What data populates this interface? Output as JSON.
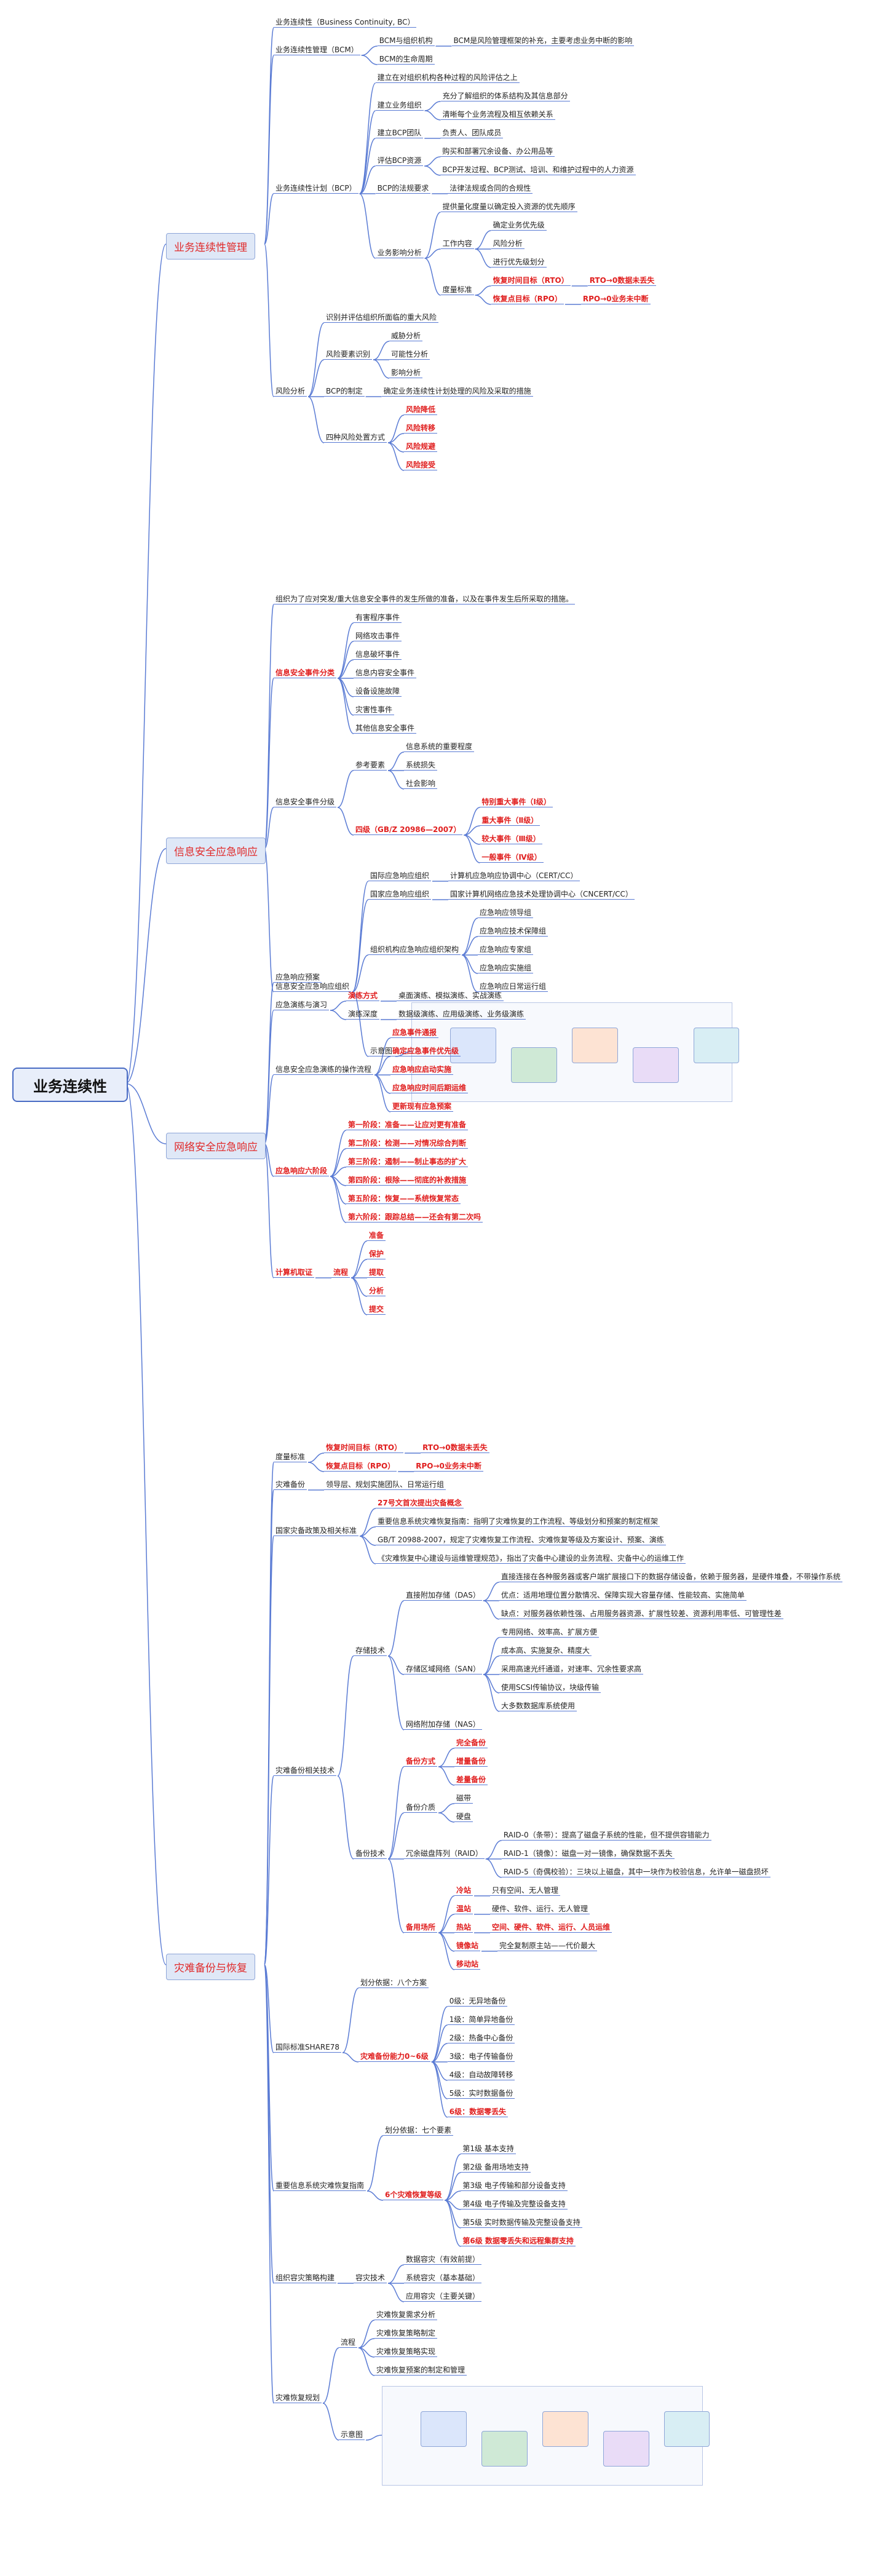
{
  "root": "业务连续性",
  "branches": [
    {
      "label": "业务连续性管理",
      "children": [
        {
          "text": "业务连续性（Business Continuity, BC）"
        },
        {
          "text": "业务连续性管理（BCM）",
          "children": [
            {
              "text": "BCM与组织机构",
              "children": [
                {
                  "text": "BCM是风险管理框架的补充，主要考虑业务中断的影响"
                }
              ]
            },
            {
              "text": "BCM的生命周期"
            }
          ]
        },
        {
          "text": "业务连续性计划（BCP）",
          "children": [
            {
              "text": "建立在对组织机构各种过程的风险评估之上"
            },
            {
              "text": "建立业务组织",
              "children": [
                {
                  "text": "充分了解组织的体系结构及其信息部分"
                },
                {
                  "text": "清晰每个业务流程及相互依赖关系"
                }
              ]
            },
            {
              "text": "建立BCP团队",
              "children": [
                {
                  "text": "负责人、团队成员"
                }
              ]
            },
            {
              "text": "评估BCP资源",
              "children": [
                {
                  "text": "购买和部署冗余设备、办公用品等"
                },
                {
                  "text": "BCP开发过程、BCP测试、培训、和维护过程中的人力资源"
                }
              ]
            },
            {
              "text": "BCP的法规要求",
              "children": [
                {
                  "text": "法律法规或合同的合规性"
                }
              ]
            },
            {
              "text": "业务影响分析",
              "children": [
                {
                  "text": "提供量化度量以确定投入资源的优先顺序"
                },
                {
                  "text": "工作内容",
                  "children": [
                    {
                      "text": "确定业务优先级"
                    },
                    {
                      "text": "风险分析"
                    },
                    {
                      "text": "进行优先级划分"
                    }
                  ]
                },
                {
                  "text": "度量标准",
                  "children": [
                    {
                      "text": "恢复时间目标（RTO）",
                      "red": true,
                      "children": [
                        {
                          "text": "RTO→0数据未丢失",
                          "red": true
                        }
                      ]
                    },
                    {
                      "text": "恢复点目标（RPO）",
                      "red": true,
                      "children": [
                        {
                          "text": "RPO→0业务未中断",
                          "red": true
                        }
                      ]
                    }
                  ]
                }
              ]
            }
          ]
        },
        {
          "text": "风险分析",
          "children": [
            {
              "text": "识别并评估组织所面临的重大风险"
            },
            {
              "text": "风险要素识别",
              "children": [
                {
                  "text": "威胁分析"
                },
                {
                  "text": "可能性分析"
                },
                {
                  "text": "影响分析"
                }
              ]
            },
            {
              "text": "BCP的制定",
              "children": [
                {
                  "text": "确定业务连续性计划处理的风险及采取的措施"
                }
              ]
            },
            {
              "text": "四种风险处置方式",
              "children": [
                {
                  "text": "风险降低",
                  "red": true
                },
                {
                  "text": "风险转移",
                  "red": true
                },
                {
                  "text": "风险规避",
                  "red": true
                },
                {
                  "text": "风险接受",
                  "red": true
                }
              ]
            }
          ]
        }
      ]
    },
    {
      "label": "信息安全应急响应",
      "children": [
        {
          "text": "组织为了应对突发/重大信息安全事件的发生所做的准备，以及在事件发生后所采取的措施。"
        },
        {
          "text": "信息安全事件分类",
          "red": true,
          "children": [
            {
              "text": "有害程序事件"
            },
            {
              "text": "网络攻击事件"
            },
            {
              "text": "信息破坏事件"
            },
            {
              "text": "信息内容安全事件"
            },
            {
              "text": "设备设施故障"
            },
            {
              "text": "灾害性事件"
            },
            {
              "text": "其他信息安全事件"
            }
          ]
        },
        {
          "text": "信息安全事件分级",
          "children": [
            {
              "text": "参考要素",
              "children": [
                {
                  "text": "信息系统的重要程度"
                },
                {
                  "text": "系统损失"
                },
                {
                  "text": "社会影响"
                }
              ]
            },
            {
              "text": "四级（GB/Z 20986—2007）",
              "red": true,
              "children": [
                {
                  "text": "特别重大事件（Ⅰ级）",
                  "red": true
                },
                {
                  "text": "重大事件（Ⅱ级）",
                  "red": true
                },
                {
                  "text": "较大事件（Ⅲ级）",
                  "red": true
                },
                {
                  "text": "一般事件（Ⅳ级）",
                  "red": true
                }
              ]
            }
          ]
        },
        {
          "text": "信息安全应急响应组织",
          "children": [
            {
              "text": "国际应急响应组织",
              "children": [
                {
                  "text": "计算机应急响应协调中心（CERT/CC）"
                }
              ]
            },
            {
              "text": "国家应急响应组织",
              "children": [
                {
                  "text": "国家计算机网络应急技术处理协调中心（CNCERT/CC）"
                }
              ]
            },
            {
              "text": "组织机构应急响应组织架构",
              "children": [
                {
                  "text": "应急响应领导组"
                },
                {
                  "text": "应急响应技术保障组"
                },
                {
                  "text": "应急响应专家组"
                },
                {
                  "text": "应急响应实施组"
                },
                {
                  "text": "应急响应日常运行组"
                }
              ]
            },
            {
              "text": "示意图",
              "figure": true
            }
          ]
        }
      ]
    },
    {
      "label": "网络安全应急响应",
      "children": [
        {
          "text": "应急响应预案"
        },
        {
          "text": "应急演练与演习",
          "children": [
            {
              "text": "演练方式",
              "red": true,
              "children": [
                {
                  "text": "桌面演练、模拟演练、实战演练"
                }
              ]
            },
            {
              "text": "演练深度",
              "children": [
                {
                  "text": "数据级演练、应用级演练、业务级演练"
                }
              ]
            }
          ]
        },
        {
          "text": "信息安全应急演练的操作流程",
          "children": [
            {
              "text": "应急事件通报",
              "red": true
            },
            {
              "text": "确定应急事件优先级",
              "red": true
            },
            {
              "text": "应急响应启动实施",
              "red": true
            },
            {
              "text": "应急响应时间后期运维",
              "red": true
            },
            {
              "text": "更新现有应急预案",
              "red": true
            }
          ]
        },
        {
          "text": "应急响应六阶段",
          "red": true,
          "children": [
            {
              "text": "第一阶段：准备——让应对更有准备",
              "red": true
            },
            {
              "text": "第二阶段：检测——对情况综合判断",
              "red": true
            },
            {
              "text": "第三阶段：遏制——制止事态的扩大",
              "red": true
            },
            {
              "text": "第四阶段：根除——彻底的补救措施",
              "red": true
            },
            {
              "text": "第五阶段：恢复——系统恢复常态",
              "red": true
            },
            {
              "text": "第六阶段：跟踪总结——还会有第二次吗",
              "red": true
            }
          ]
        },
        {
          "text": "计算机取证",
          "red": true,
          "children": [
            {
              "text": "流程",
              "red": true,
              "children": [
                {
                  "text": "准备",
                  "red": true
                },
                {
                  "text": "保护",
                  "red": true
                },
                {
                  "text": "提取",
                  "red": true
                },
                {
                  "text": "分析",
                  "red": true
                },
                {
                  "text": "提交",
                  "red": true
                }
              ]
            }
          ]
        }
      ]
    },
    {
      "label": "灾难备份与恢复",
      "children": [
        {
          "text": "度量标准",
          "children": [
            {
              "text": "恢复时间目标（RTO）",
              "red": true,
              "children": [
                {
                  "text": "RTO→0数据未丢失",
                  "red": true
                }
              ]
            },
            {
              "text": "恢复点目标（RPO）",
              "red": true,
              "children": [
                {
                  "text": "RPO→0业务未中断",
                  "red": true
                }
              ]
            }
          ]
        },
        {
          "text": "灾难备份",
          "children": [
            {
              "text": "领导层、规划实施团队、日常运行组"
            }
          ]
        },
        {
          "text": "国家灾备政策及相关标准",
          "children": [
            {
              "text": "27号文首次提出灾备概念",
              "red": true
            },
            {
              "text": "重要信息系统灾难恢复指南：指明了灾难恢复的工作流程、等级划分和预案的制定框架"
            },
            {
              "text": "GB/T 20988-2007，规定了灾难恢复工作流程、灾难恢复等级及方案设计、预案、演练"
            },
            {
              "text": "《灾难恢复中心建设与运维管理规范》，指出了灾备中心建设的业务流程、灾备中心的运维工作"
            }
          ]
        },
        {
          "text": "灾难备份相关技术",
          "children": [
            {
              "text": "存储技术",
              "children": [
                {
                  "text": "直接附加存储（DAS）",
                  "children": [
                    {
                      "text": "直接连接在各种服务器或客户端扩展接口下的数据存储设备，依赖于服务器，是硬件堆叠，不带操作系统"
                    },
                    {
                      "text": "优点：适用地理位置分散情况、保障实现大容量存储、性能较高、实施简单"
                    },
                    {
                      "text": "缺点：对服务器依赖性强、占用服务器资源、扩展性较差、资源利用率低、可管理性差"
                    }
                  ]
                },
                {
                  "text": "存储区域网络（SAN）",
                  "children": [
                    {
                      "text": "专用网络、效率高、扩展方便"
                    },
                    {
                      "text": "成本高、实施复杂、精度大"
                    },
                    {
                      "text": "采用高速光纤通道，对速率、冗余性要求高"
                    },
                    {
                      "text": "使用SCSI传输协议，块级传输"
                    },
                    {
                      "text": "大多数数据库系统使用"
                    }
                  ]
                },
                {
                  "text": "网络附加存储（NAS）"
                }
              ]
            },
            {
              "text": "备份技术",
              "children": [
                {
                  "text": "备份方式",
                  "red": true,
                  "children": [
                    {
                      "text": "完全备份",
                      "red": true
                    },
                    {
                      "text": "增量备份",
                      "red": true
                    },
                    {
                      "text": "差量备份",
                      "red": true
                    }
                  ]
                },
                {
                  "text": "备份介质",
                  "children": [
                    {
                      "text": "磁带"
                    },
                    {
                      "text": "硬盘"
                    }
                  ]
                },
                {
                  "text": "冗余磁盘阵列（RAID）",
                  "children": [
                    {
                      "text": "RAID-0（条带）：提高了磁盘子系统的性能，但不提供容错能力"
                    },
                    {
                      "text": "RAID-1（镜像）：磁盘一对一镜像，确保数据不丢失"
                    },
                    {
                      "text": "RAID-5（奇偶校验）：三块以上磁盘，其中一块作为校验信息，允许单一磁盘损坏"
                    }
                  ]
                },
                {
                  "text": "备用场所",
                  "red": true,
                  "children": [
                    {
                      "text": "冷站",
                      "red": true,
                      "children": [
                        {
                          "text": "只有空间、无人管理"
                        }
                      ]
                    },
                    {
                      "text": "温站",
                      "red": true,
                      "children": [
                        {
                          "text": "硬件、软件、运行、无人管理"
                        }
                      ]
                    },
                    {
                      "text": "热站",
                      "red": true,
                      "children": [
                        {
                          "text": "空间、硬件、软件、运行、人员运维",
                          "red": true
                        }
                      ]
                    },
                    {
                      "text": "镜像站",
                      "red": true,
                      "children": [
                        {
                          "text": "完全复制原主站——代价最大"
                        }
                      ]
                    },
                    {
                      "text": "移动站",
                      "red": true
                    }
                  ]
                }
              ]
            }
          ]
        },
        {
          "text": "国际标准SHARE78",
          "children": [
            {
              "text": "划分依据：八个方案"
            },
            {
              "text": "灾难备份能力0~6级",
              "red": true,
              "children": [
                {
                  "text": "0级：无异地备份"
                },
                {
                  "text": "1级：简单异地备份"
                },
                {
                  "text": "2级：热备中心备份"
                },
                {
                  "text": "3级：电子传输备份"
                },
                {
                  "text": "4级：自动故障转移"
                },
                {
                  "text": "5级：实时数据备份"
                },
                {
                  "text": "6级：数据零丢失",
                  "red": true
                }
              ]
            }
          ]
        },
        {
          "text": "重要信息系统灾难恢复指南",
          "children": [
            {
              "text": "划分依据：七个要素"
            },
            {
              "text": "6个灾难恢复等级",
              "red": true,
              "children": [
                {
                  "text": "第1级 基本支持"
                },
                {
                  "text": "第2级 备用场地支持"
                },
                {
                  "text": "第3级 电子传输和部分设备支持"
                },
                {
                  "text": "第4级 电子传输及完整设备支持"
                },
                {
                  "text": "第5级 实时数据传输及完整设备支持"
                },
                {
                  "text": "第6级 数据零丢失和远程集群支持",
                  "red": true
                }
              ]
            }
          ]
        },
        {
          "text": "组织容灾策略构建",
          "children": [
            {
              "text": "容灾技术",
              "children": [
                {
                  "text": "数据容灾（有效前提）"
                },
                {
                  "text": "系统容灾（基本基础）"
                },
                {
                  "text": "应用容灾（主要关键）"
                }
              ]
            }
          ]
        },
        {
          "text": "灾难恢复规划",
          "children": [
            {
              "text": "流程",
              "children": [
                {
                  "text": "灾难恢复需求分析"
                },
                {
                  "text": "灾难恢复策略制定"
                },
                {
                  "text": "灾难恢复策略实现"
                },
                {
                  "text": "灾难恢复预案的制定和管理"
                }
              ]
            },
            {
              "text": "示意图",
              "figure": true
            }
          ]
        }
      ]
    }
  ]
}
